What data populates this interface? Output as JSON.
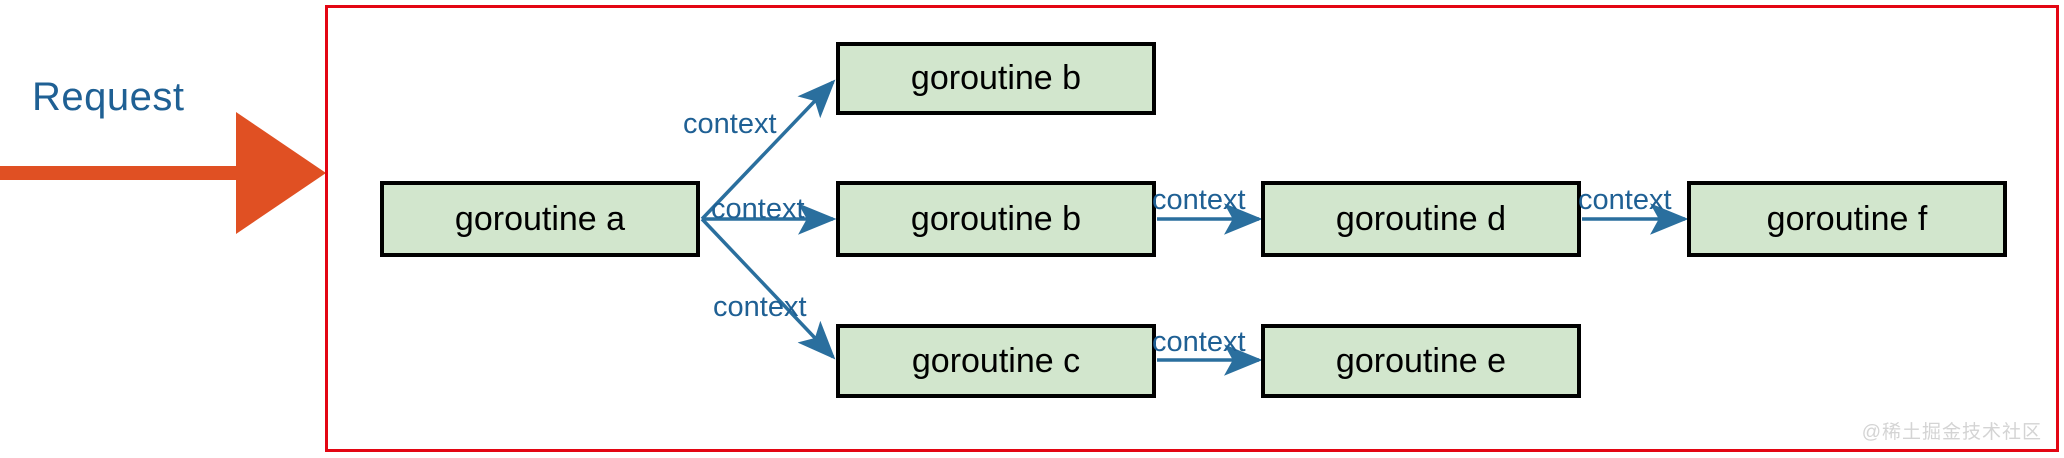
{
  "diagram": {
    "title": "goroutine context propagation",
    "frame_color": "#e30613",
    "node_fill": "#d2e6cd",
    "node_border": "#000000",
    "edge_color": "#2a6f9e",
    "arrow_color": "#e05023",
    "label_color": "#1f6094"
  },
  "request": {
    "label": "Request"
  },
  "nodes": [
    {
      "id": "a",
      "label": "goroutine a"
    },
    {
      "id": "b1",
      "label": "goroutine b"
    },
    {
      "id": "b2",
      "label": "goroutine b"
    },
    {
      "id": "c",
      "label": "goroutine c"
    },
    {
      "id": "d",
      "label": "goroutine d"
    },
    {
      "id": "e",
      "label": "goroutine e"
    },
    {
      "id": "f",
      "label": "goroutine f"
    }
  ],
  "edges": [
    {
      "id": "a-b1",
      "from": "a",
      "to": "b1",
      "label": "context"
    },
    {
      "id": "a-b2",
      "from": "a",
      "to": "b2",
      "label": "context"
    },
    {
      "id": "a-c",
      "from": "a",
      "to": "c",
      "label": "context"
    },
    {
      "id": "b2-d",
      "from": "b2",
      "to": "d",
      "label": "context"
    },
    {
      "id": "d-f",
      "from": "d",
      "to": "f",
      "label": "context"
    },
    {
      "id": "c-e",
      "from": "c",
      "to": "e",
      "label": "context"
    }
  ],
  "watermark": {
    "text": "@稀土掘金技术社区"
  }
}
